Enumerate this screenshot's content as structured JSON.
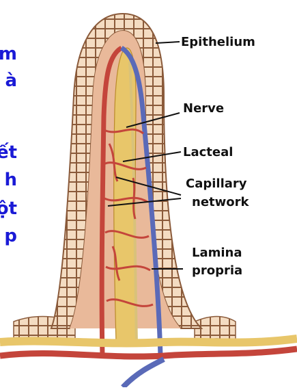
{
  "labels": {
    "epithelium": "Epithelium",
    "nerve": "Nerve",
    "lacteal": "Lacteal",
    "capillary_line1": "Capillary",
    "capillary_line2": "network",
    "lamina_line1": "Lamina",
    "lamina_line2": "propria"
  },
  "side_text_fragments": [
    "m",
    "à",
    "ết",
    "h",
    "ột",
    "p"
  ],
  "colors": {
    "label_text": "#111111",
    "side_text": "#1a1ad6",
    "epithelium_cell": "#f4dcc2",
    "epithelium_border": "#8a5a3a",
    "lamina": "#e9b99a",
    "artery": "#c4453b",
    "vein": "#5a6ab8",
    "lacteal": "#e8c66a",
    "nerve": "#e6d49a"
  }
}
